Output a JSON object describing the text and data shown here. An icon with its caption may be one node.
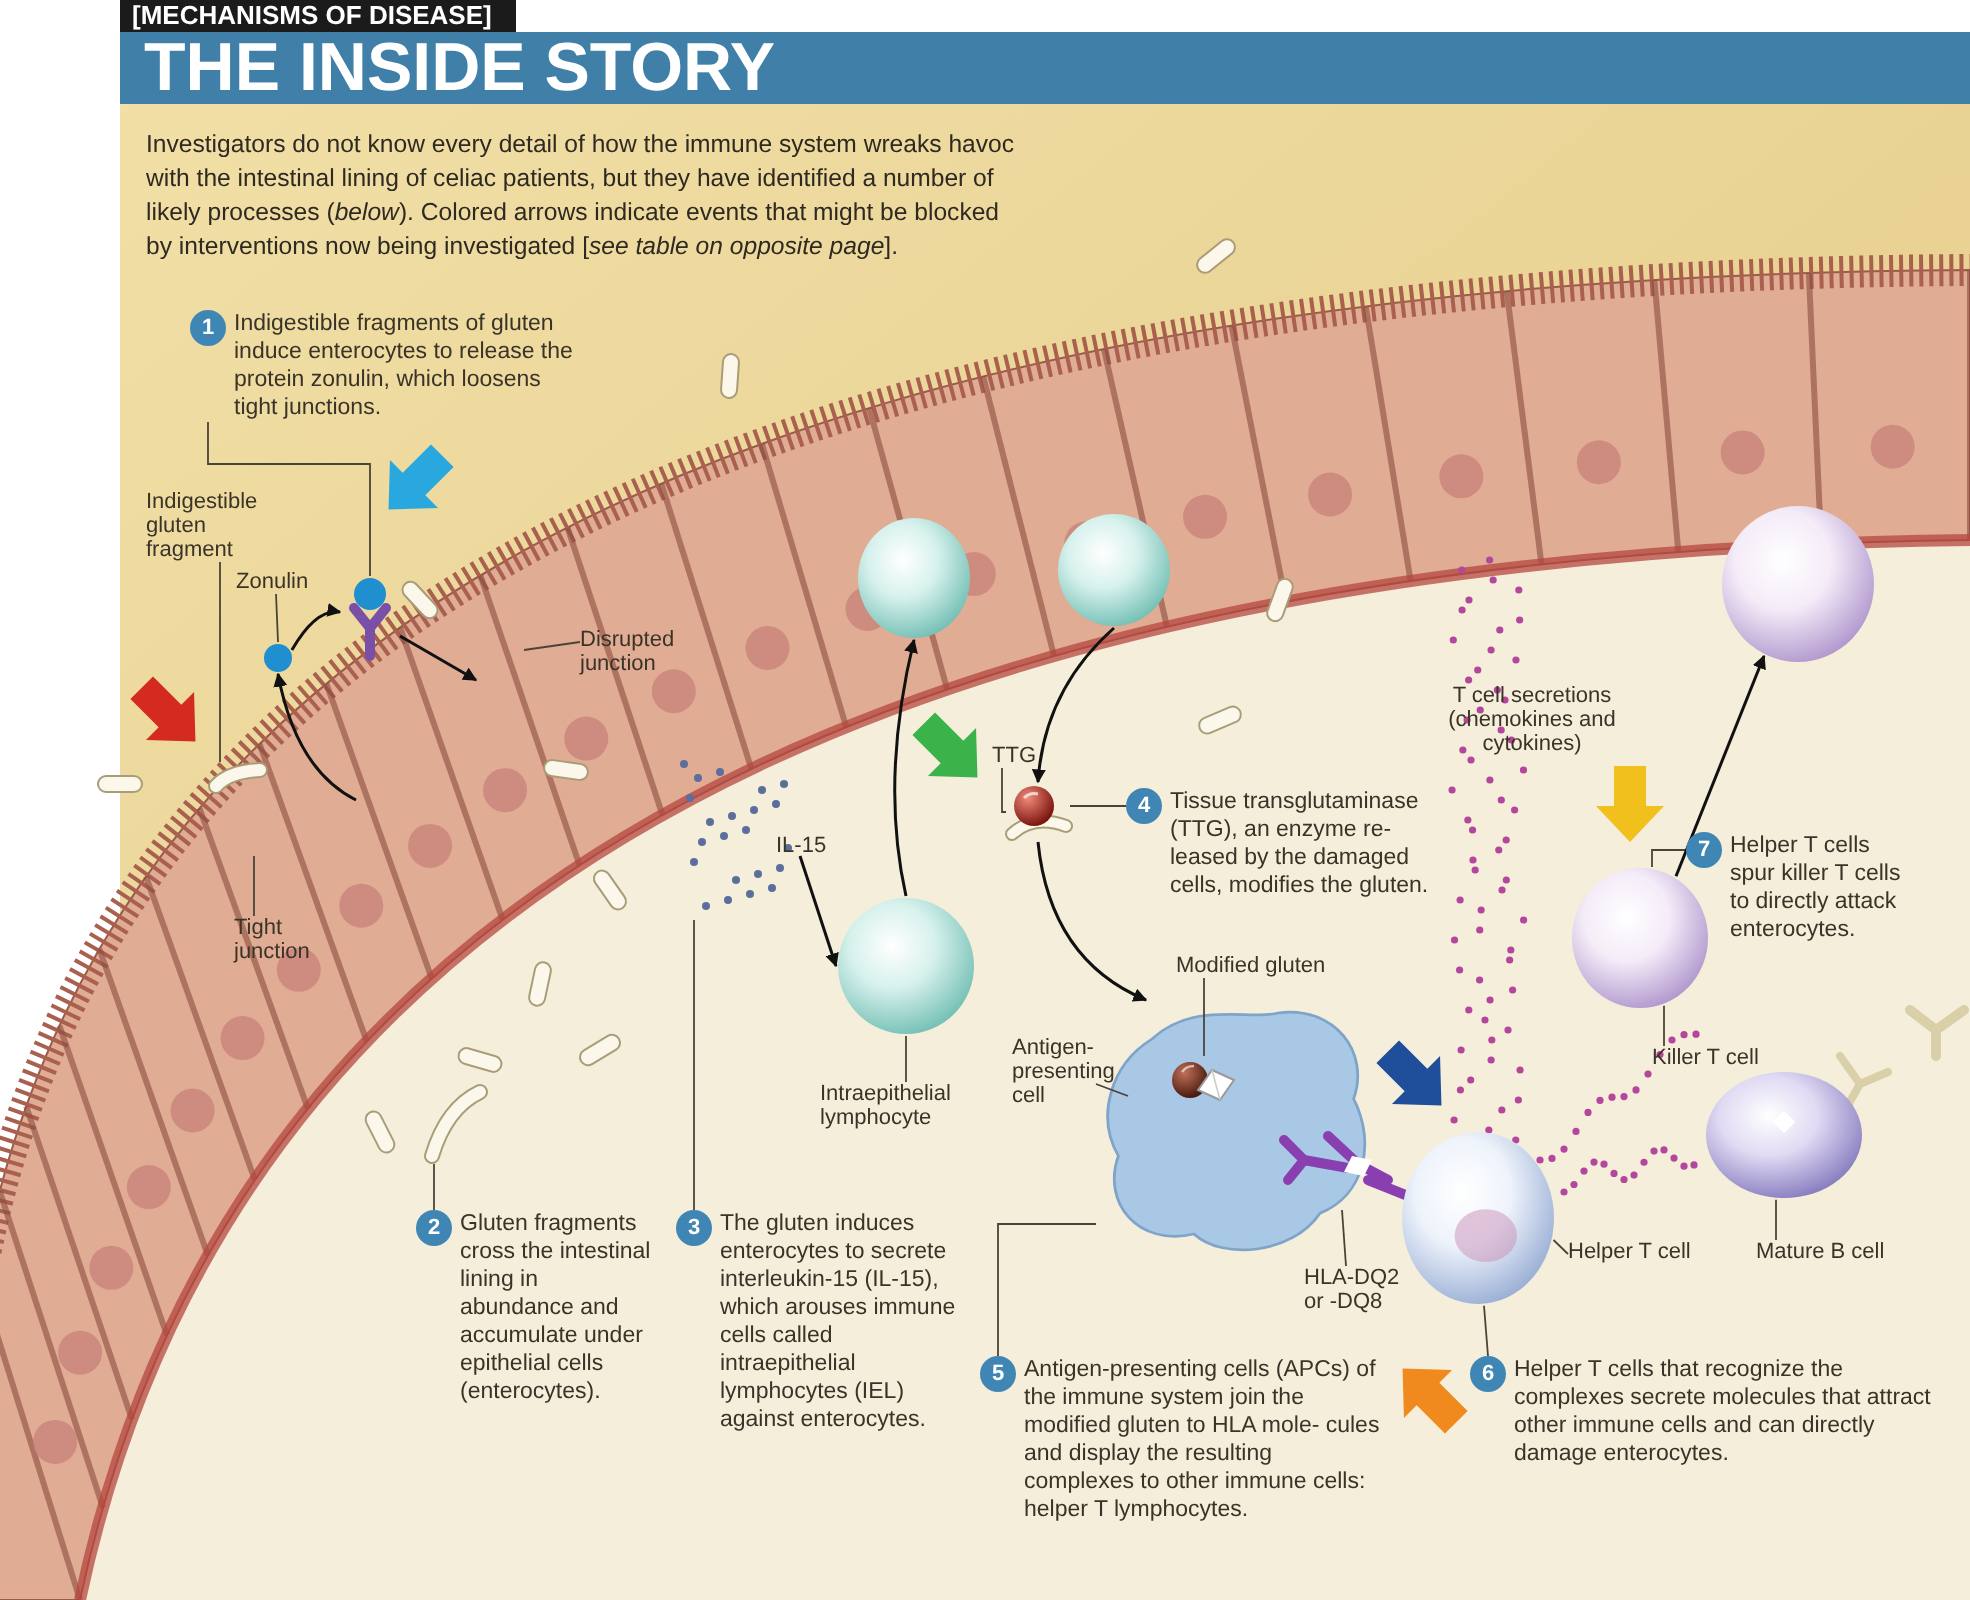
{
  "diagram": {
    "title": "THE INSIDE STORY",
    "caption": "Investigators do not know every detail of how the immune system wreaks havoc with the intestinal lining of celiac patients, but they have identified a number of likely processes (*below*). Colored arrows indicate events that might be blocked by interventions now being investigated [*see table on opposite page*].",
    "nodes": [
      {
        "text": [
          "1",
          "Indigestible fragments of gluten induce enterocytes to release the protein zonulin, which loosens tight junctions."
        ]
      },
      {
        "text": [],
        "shape": "picture"
      },
      {
        "text": [
          "Indigestible gluten fragment"
        ]
      },
      {
        "text": [],
        "shape": "picture"
      },
      {
        "text": [
          "Zonulin"
        ]
      },
      {
        "text": [],
        "shape": "circle"
      },
      {
        "text": [
          "Disrupted junction"
        ]
      },
      {
        "text": [
          "Tight junction"
        ]
      },
      {
        "text": [
          "2",
          "Gluten fragments cross the intestinal lining in abundance and accumulate under epithelial cells (enterocytes)."
        ]
      },
      {
        "text": [],
        "shape": "picture"
      },
      {
        "text": [],
        "shape": "picture"
      },
      {
        "text": [
          "3",
          "The gluten induces enterocytes to secrete interleukin-15 (IL-15), which arouses immune cells called intraepithelial lymphocytes (IEL) against enterocytes."
        ]
      },
      {
        "text": [],
        "shape": "picture"
      },
      {
        "text": [],
        "shape": "picture"
      },
      {
        "text": [],
        "shape": "picture"
      },
      {
        "text": [
          "Intraepithelial lymphocyte"
        ]
      },
      {
        "text": [
          "TTG"
        ]
      },
      {
        "text": [],
        "shape": "picture"
      },
      {
        "text": [
          "4",
          "Tissue transglutaminase (TTG), an enzyme re- leased by the damaged cells, modifies the gluten."
        ]
      },
      {
        "text": [
          "Modified gluten"
        ]
      },
      {
        "text": [],
        "shape": "picture"
      },
      {
        "text": [],
        "shape": "picture",
        "in": 20
      },
      {
        "text": [
          "Antigen- presenting cell"
        ]
      },
      {
        "text": [],
        "shape": "picture"
      },
      {
        "text": [
          "HLA-DQ2 or -DQ8"
        ]
      },
      {
        "text": [
          "5",
          "Antigen-presenting cells (APCs) of the immune system join the modified gluten to HLA mole- cules and display the resulting complexes to other immune cells: helper T lymphocytes."
        ]
      },
      {
        "text": [],
        "shape": "picture"
      },
      {
        "text": [
          "Helper T cell"
        ]
      },
      {
        "text": [
          "6",
          "Helper T cells that recognize the complexes secrete molecules that attract other immune cells and can directly damage enterocytes."
        ]
      },
      {
        "text": [],
        "shape": "picture"
      },
      {
        "text": [
          "7",
          "Helper T cells spur killer T cells to directly attack enterocytes."
        ]
      },
      {
        "text": [
          "Killer T cell"
        ]
      },
      {
        "text": [],
        "shape": "picture"
      },
      {
        "text": [
          "Mature B cell"
        ]
      },
      {
        "text": [],
        "shape": "picture"
      }
    ],
    "edges": [
      {
        "from": 0,
        "to": 1,
        "arrow": "none"
      },
      {
        "from": 2,
        "to": 3,
        "arrow": "none"
      },
      {
        "from": 4,
        "to": 5,
        "arrow": "none"
      },
      {
        "from": 6,
        "to": null,
        "arrow": "none"
      },
      {
        "from": 7,
        "to": null,
        "arrow": "none"
      },
      {
        "from": 5,
        "to": 1,
        "arrow": "to"
      },
      {
        "from": 1,
        "to": null,
        "arrow": "to"
      },
      {
        "from": null,
        "to": 5,
        "arrow": "to"
      },
      {
        "from": 8,
        "to": 9,
        "arrow": "none"
      },
      {
        "from": 11,
        "to": 10,
        "arrow": "none"
      },
      {
        "from": 10,
        "to": 14,
        "arrow": "to"
      },
      {
        "from": 15,
        "to": 14,
        "arrow": "none"
      },
      {
        "from": 14,
        "to": 12,
        "arrow": "to"
      },
      {
        "from": 13,
        "to": 17,
        "arrow": "to"
      },
      {
        "from": 16,
        "to": 17,
        "arrow": "none"
      },
      {
        "from": 18,
        "to": 17,
        "arrow": "none"
      },
      {
        "from": 17,
        "to": 20,
        "arrow": "to"
      },
      {
        "from": 19,
        "to": 21,
        "arrow": "none"
      },
      {
        "from": 22,
        "to": 20,
        "arrow": "none"
      },
      {
        "from": 24,
        "to": 23,
        "arrow": "none"
      },
      {
        "from": 25,
        "to": 20,
        "arrow": "none"
      },
      {
        "from": 27,
        "to": 26,
        "arrow": "none"
      },
      {
        "from": 28,
        "to": 26,
        "arrow": "none"
      },
      {
        "from": 30,
        "to": 29,
        "arrow": "none"
      },
      {
        "from": 31,
        "to": 29,
        "arrow": "none"
      },
      {
        "from": 33,
        "to": 32,
        "arrow": "none"
      },
      {
        "from": 29,
        "to": 34,
        "arrow": "to"
      }
    ],
    "labels": [
      "[MECHANISMS OF DISEASE]",
      "IL-15",
      "T cell secretions (chemokines and cytokines)"
    ]
  }
}
